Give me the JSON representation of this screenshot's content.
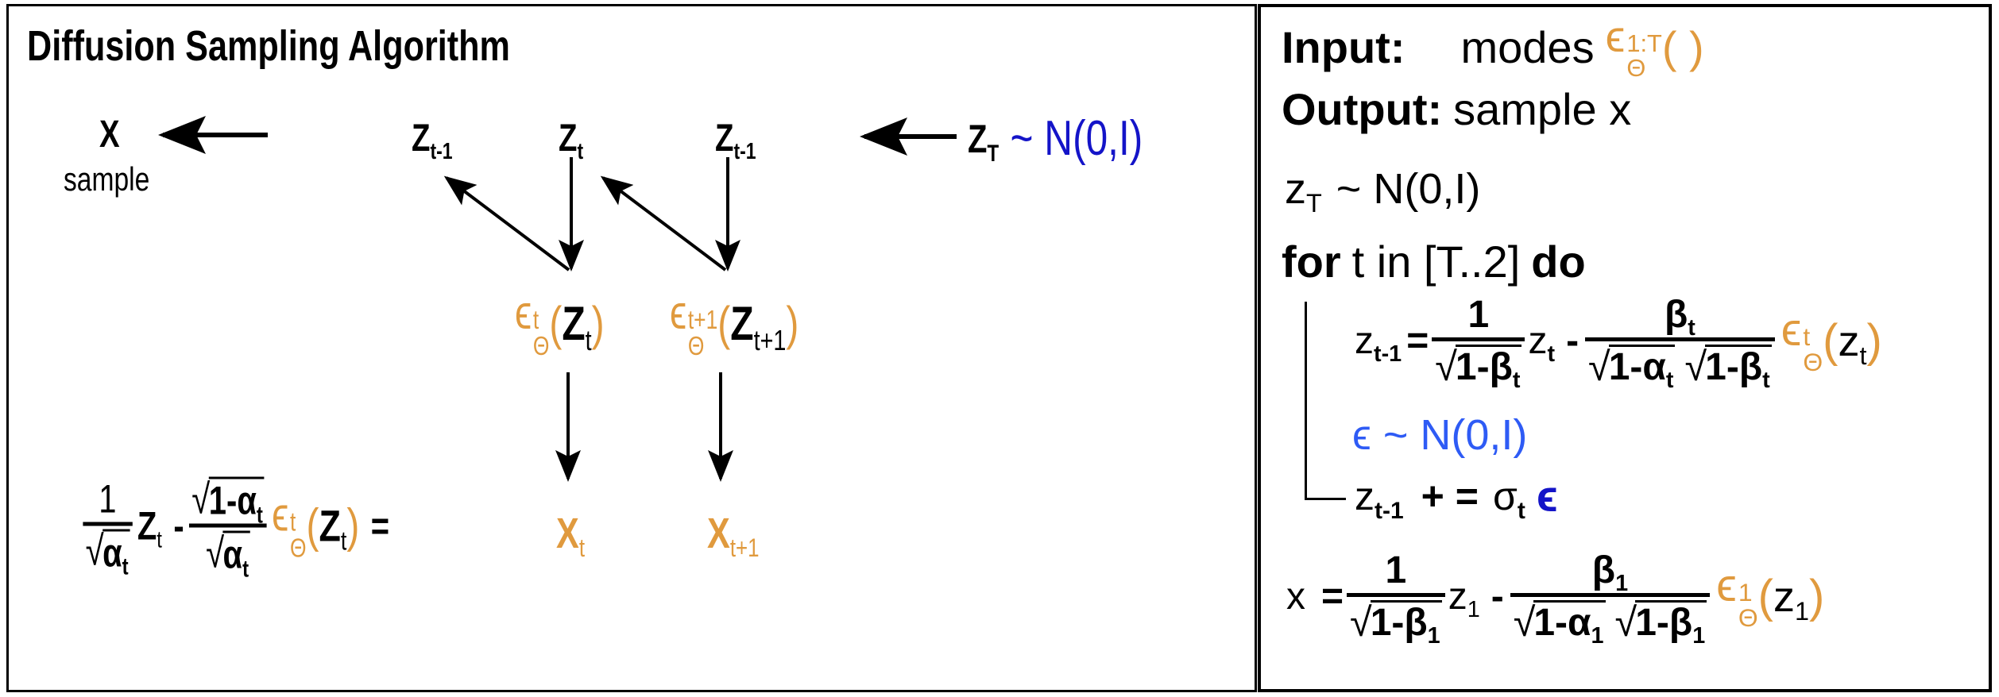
{
  "colors": {
    "orange": "#E09A3E",
    "dark_blue": "#1414C8",
    "blue": "#2E5BF5",
    "black": "#000000"
  },
  "left_panel": {
    "title": "Diffusion Sampling Algorithm",
    "sample_node": {
      "symbol": "X",
      "label": "sample"
    },
    "latent_nodes": [
      {
        "symbol": "Z",
        "sub": "t-1"
      },
      {
        "symbol": "Z",
        "sub": "t"
      },
      {
        "symbol": "Z",
        "sub": "t-1"
      }
    ],
    "prior": {
      "symbol": "Z",
      "sub": "T",
      "dist": "~ N(0,I)"
    },
    "model_nodes": [
      {
        "eps": "ϵ",
        "sup": "t",
        "sub": "Θ",
        "open": "(",
        "arg": "Z",
        "arg_sub": "t",
        "close": ")"
      },
      {
        "eps": "ϵ",
        "sup": "t+1",
        "sub": "Θ",
        "open": "(",
        "arg": "Z",
        "arg_sub": "t+1",
        "close": ")"
      }
    ],
    "formula": {
      "sqrt": "√",
      "num1": "1",
      "den1_root": "α",
      "den1_sub": "t",
      "z": "Z",
      "z_sub": "t",
      "minus": "-",
      "num2_root": "1-α",
      "num2_sub": "t",
      "den2_root": "α",
      "den2_sub": "t",
      "eps": "ϵ",
      "eps_sup": "t",
      "eps_sub": "Θ",
      "open": "(",
      "arg": "Z",
      "arg_sub": "t",
      "close": ")",
      "equals": "="
    },
    "outputs": [
      {
        "symbol": "X",
        "sub": "t"
      },
      {
        "symbol": "X",
        "sub": "t+1"
      }
    ]
  },
  "right_panel": {
    "sqrt": "√",
    "input": {
      "label": "Input:",
      "value": "modes",
      "eps": "ϵ",
      "sup": "1:T",
      "sub": "Θ",
      "args": "( )"
    },
    "output": {
      "label": "Output:",
      "value": "sample x"
    },
    "init": {
      "symbol": "z",
      "sub": "T",
      "dist": "~ N(0,I)"
    },
    "loop": {
      "keyword": "for",
      "range": "t in [T..2]",
      "do": "do"
    },
    "update": {
      "lhs": "z",
      "lhs_sub": "t-1",
      "eq": "=",
      "num1": "1",
      "den1_root": "1-β",
      "den1_sub": "t",
      "z": "z",
      "z_sub": "t",
      "minus": "-",
      "num2": "β",
      "num2_sub": "t",
      "den2_root_a": "1-α",
      "den2_sub_a": "t",
      "den2_root_b": "1-β",
      "den2_sub_b": "t",
      "eps": "ϵ",
      "eps_sup": "t",
      "eps_sub": "Θ",
      "open": "(",
      "arg": "z",
      "arg_sub": "t",
      "close": ")"
    },
    "noise": {
      "text": "ϵ ~ N(0,I)"
    },
    "add_noise": {
      "lhs": "z",
      "lhs_sub": "t-1",
      "op": "+ =",
      "sigma": "σ",
      "sigma_sub": "t",
      "eps": "ϵ"
    },
    "final": {
      "lhs": "x",
      "eq": "=",
      "num1": "1",
      "den1_root": "1-β",
      "den1_sub": "1",
      "z": "z",
      "z_sub": "1",
      "minus": "-",
      "num2": "β",
      "num2_sub": "1",
      "den2_root_a": "1-α",
      "den2_sub_a": "1",
      "den2_root_b": "1-β",
      "den2_sub_b": "1",
      "eps": "ϵ",
      "eps_sup": "1",
      "eps_sub": "Θ",
      "open": "(",
      "arg": "z",
      "arg_sub": "1",
      "close": ")"
    }
  }
}
